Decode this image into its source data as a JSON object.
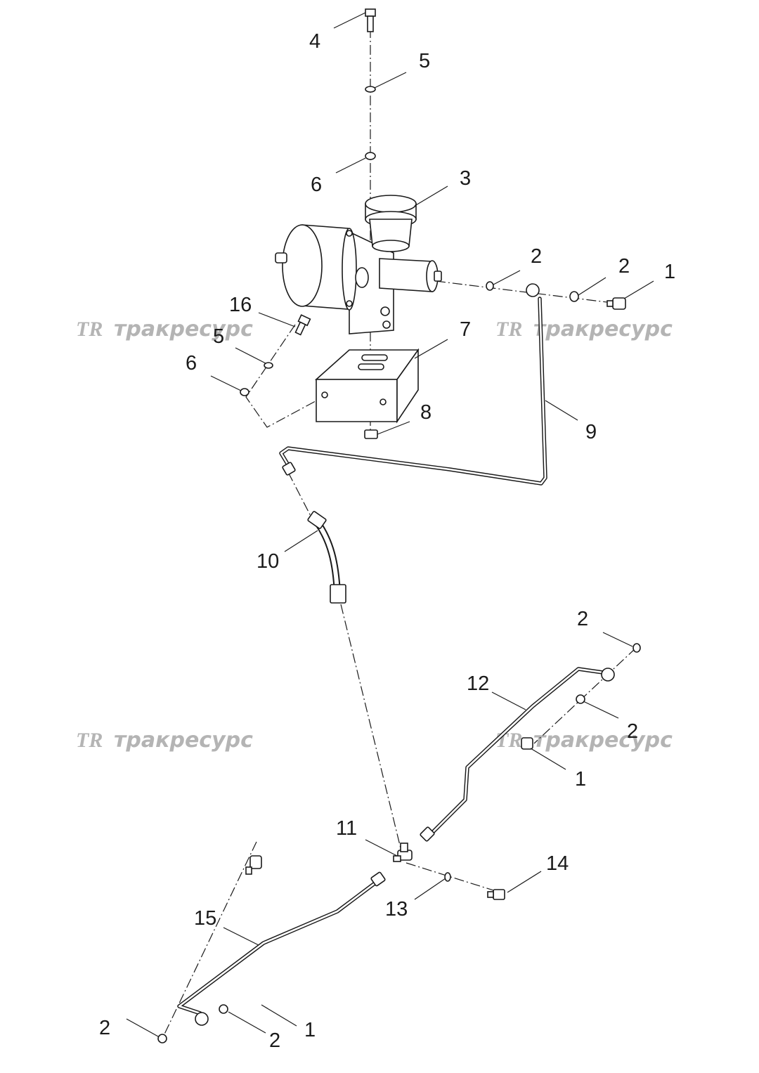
{
  "watermark": {
    "logo": "TR",
    "text": "тракресурс"
  },
  "callouts": [
    "1",
    "2",
    "3",
    "4",
    "5",
    "6",
    "7",
    "8",
    "9",
    "10",
    "11",
    "12",
    "13",
    "14",
    "15",
    "16"
  ]
}
